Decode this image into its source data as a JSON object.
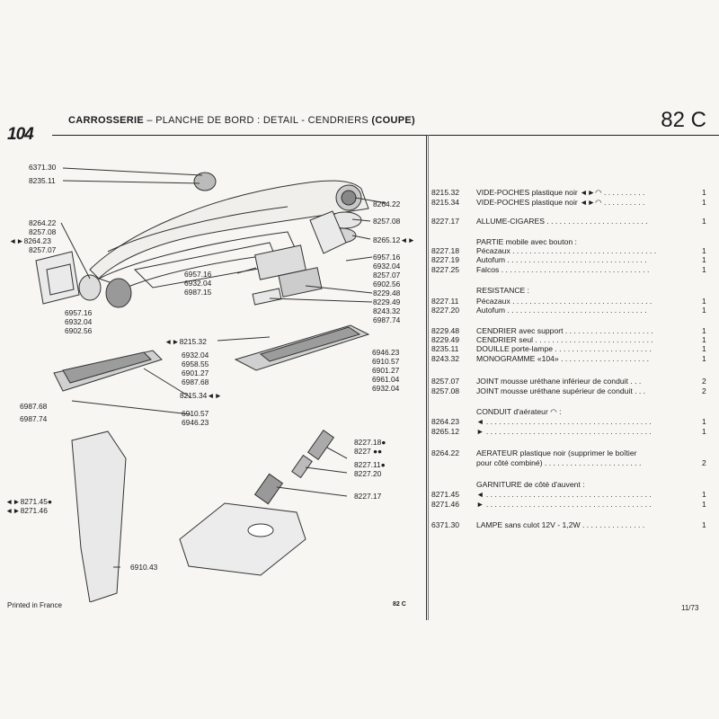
{
  "header": {
    "page_code": "82 C",
    "model": "104",
    "title_bold": "CARROSSERIE",
    "title_rest": " – PLANCHE DE BORD : DETAIL - CENDRIERS ",
    "title_suffix": "(COUPE)"
  },
  "diagram_labels": {
    "l6371_30": "6371.30",
    "l8235_11": "8235.11",
    "l8264_22a": "8264.22",
    "l8257_08a": "8257.08",
    "l8264_23": "◄►8264.23",
    "l8257_07a": "8257.07",
    "l6957_16a": "6957.16",
    "l6932_04a": "6932.04",
    "l6902_56a": "6902.56",
    "l6957_16b": "6957.16",
    "l6932_04b": "6932.04",
    "l6987_15": "6987.15",
    "l8264_22b": "8264.22",
    "l8257_08b": "8257.08",
    "l8265_12": "8265.12◄►",
    "l6957_16c": "6957.16",
    "l6932_04c": "6932.04",
    "l8257_07b": "8257.07",
    "l6902_56b": "6902.56",
    "l8229_48": "8229.48",
    "l8229_49": "8229.49",
    "l8243_32": "8243.32",
    "l6987_74a": "6987.74",
    "l8215_32": "◄►8215.32",
    "l6946_23a": "6946.23",
    "l6910_57a": "6910.57",
    "l6901_27a": "6901.27",
    "l6961_04": "6961.04",
    "l6932_04d": "6932.04",
    "l6932_04e": "6932.04",
    "l6958_55": "6958.55",
    "l6901_27b": "6901.27",
    "l6987_68a": "6987.68",
    "l8215_34": "8215.34◄►",
    "l6987_68b": "6987.68",
    "l6987_74b": "6987.74",
    "l6910_57b": "6910.57",
    "l6946_23b": "6946.23",
    "l8227_18": "8227.18●",
    "l8227": "8227 ●●",
    "l8227_11": "8227.11●",
    "l8227_20": "8227.20",
    "l8227_17": "8227.17",
    "l8271_45": "◄►8271.45●",
    "l8271_46": "◄►8271.46",
    "l6910_43": "6910.43"
  },
  "parts": [
    {
      "ref": "8215.32",
      "desc": "VIDE-POCHES plastique noir ◄►◠ . . . . . . . . . .",
      "qty": "1"
    },
    {
      "ref": "8215.34",
      "desc": "VIDE-POCHES plastique noir ◄►◠ . . . . . . . . . .",
      "qty": "1"
    },
    {
      "ref": "8227.17",
      "desc": "ALLUME-CIGARES   . . . . . . . . . . . . . . . . . . . . . . . .",
      "qty": "1"
    },
    {
      "ref": "",
      "desc": "PARTIE mobile avec bouton :",
      "qty": ""
    },
    {
      "ref": "8227.18",
      "desc": "  Pécazaux . . . . . . . . . . . . . . . . . . . . . . . . . . . . . . . . . .",
      "qty": "1"
    },
    {
      "ref": "8227.19",
      "desc": "  Autofum . . . . . . . . . . . . . . . . . . . . . . . . . . . . . . . . .",
      "qty": "1"
    },
    {
      "ref": "8227.25",
      "desc": "  Falcos . . . . . . . . . . . . . . . . . . . . . . . . . . . . . . . . . . .",
      "qty": "1"
    },
    {
      "ref": "",
      "desc": "RESISTANCE :",
      "qty": ""
    },
    {
      "ref": "8227.11",
      "desc": "  Pécazaux . . . . . . . . . . . . . . . . . . . . . . . . . . . . . . . . .",
      "qty": "1"
    },
    {
      "ref": "8227.20",
      "desc": "  Autofum . . . . . . . . . . . . . . . . . . . . . . . . . . . . . . . . .",
      "qty": "1"
    },
    {
      "ref": "8229.48",
      "desc": "CENDRIER avec support . . . . . . . . . . . . . . . . . . . . .",
      "qty": "1"
    },
    {
      "ref": "8229.49",
      "desc": "CENDRIER seul . . . . . . . . . . . . . . . . . . . . . . . . . . . .",
      "qty": "1"
    },
    {
      "ref": "8235.11",
      "desc": "DOUILLE porte-lampe . . . . . . . . . . . . . . . . . . . . . . .",
      "qty": "1"
    },
    {
      "ref": "8243.32",
      "desc": "MONOGRAMME «104» . . . . . . . . . . . . . . . . . . . . .",
      "qty": "1"
    },
    {
      "ref": "8257.07",
      "desc": "JOINT mousse uréthane inférieur de conduit . . .",
      "qty": "2"
    },
    {
      "ref": "8257.08",
      "desc": "JOINT mousse uréthane supérieur de conduit . . .",
      "qty": "2"
    },
    {
      "ref": "",
      "desc": "CONDUIT d'aérateur ◠ :",
      "qty": ""
    },
    {
      "ref": "8264.23",
      "desc": "◄ . . . . . . . . . . . . . . . . . . . . . . . . . . . . . . . . . . . . . . .",
      "qty": "1"
    },
    {
      "ref": "8265.12",
      "desc": "► . . . . . . . . . . . . . . . . . . . . . . . . . . . . . . . . . . . . . . .",
      "qty": "1"
    },
    {
      "ref": "8264.22",
      "desc": "AERATEUR plastique noir (supprimer le boîtier",
      "qty": ""
    },
    {
      "ref": "",
      "desc": "  pour côté combiné)  . . . . . . . . . . . . . . . . . . . . . . .",
      "qty": "2"
    },
    {
      "ref": "",
      "desc": "GARNITURE de côté d'auvent :",
      "qty": ""
    },
    {
      "ref": "8271.45",
      "desc": "◄ . . . . . . . . . . . . . . . . . . . . . . . . . . . . . . . . . . . . . . .",
      "qty": "1"
    },
    {
      "ref": "8271.46",
      "desc": "► . . . . . . . . . . . . . . . . . . . . . . . . . . . . . . . . . . . . . . .",
      "qty": "1"
    },
    {
      "ref": "6371.30",
      "desc": "LAMPE sans culot 12V - 1,2W   . . . . . . . . . . . . . . .",
      "qty": "1"
    }
  ],
  "footer": {
    "printed": "Printed in France",
    "code": "82 C",
    "date": "11/73"
  }
}
